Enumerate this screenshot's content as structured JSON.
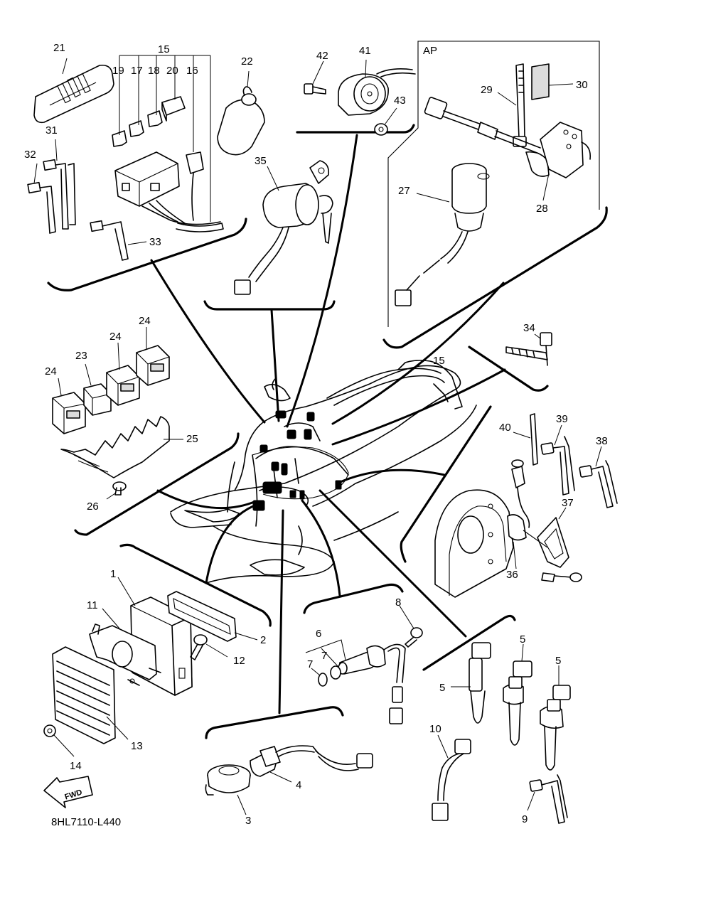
{
  "drawing_code": "8HL7110-L440",
  "ap_label": "AP",
  "fwd_label": "FWD",
  "labels": {
    "n1": "1",
    "n2": "2",
    "n3": "3",
    "n4": "4",
    "n5a": "5",
    "n5b": "5",
    "n5c": "5",
    "n6": "6",
    "n7a": "7",
    "n7b": "7",
    "n8": "8",
    "n9": "9",
    "n10": "10",
    "n11": "11",
    "n12": "12",
    "n13": "13",
    "n14": "14",
    "n15a": "15",
    "n15b": "15",
    "n16": "16",
    "n17": "17",
    "n18": "18",
    "n19": "19",
    "n20": "20",
    "n21": "21",
    "n22": "22",
    "n23": "23",
    "n24a": "24",
    "n24b": "24",
    "n24c": "24",
    "n25": "25",
    "n26": "26",
    "n27": "27",
    "n28": "28",
    "n29": "29",
    "n30": "30",
    "n31": "31",
    "n32": "32",
    "n33": "33",
    "n34": "34",
    "n35": "35",
    "n36": "36",
    "n37": "37",
    "n38": "38",
    "n39": "39",
    "n40": "40",
    "n41": "41",
    "n42": "42",
    "n43": "43"
  }
}
